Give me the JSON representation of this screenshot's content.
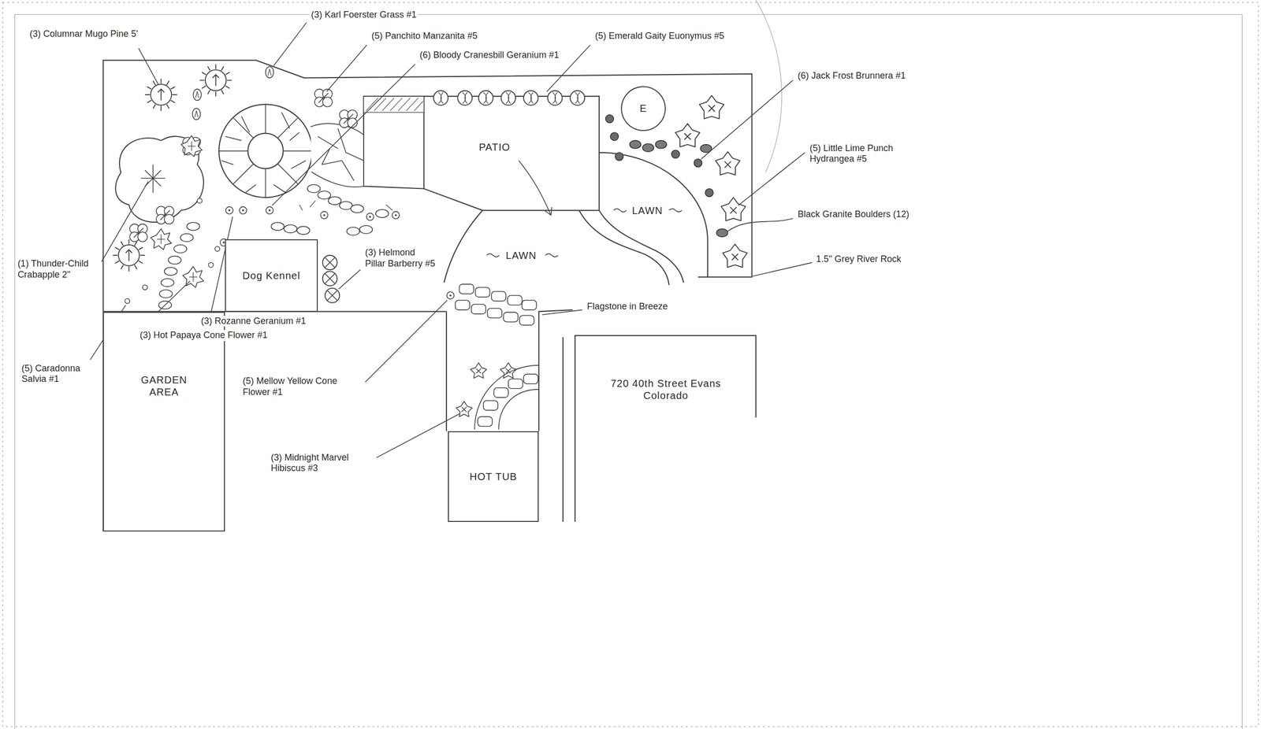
{
  "diagram": {
    "nodes": [
      {
        "text": [
          "E"
        ]
      },
      {
        "text": [
          "PATIO"
        ]
      },
      {
        "text": [
          "LAWN"
        ]
      },
      {
        "text": [
          "LAWN"
        ]
      },
      {
        "text": [
          "Dog Kennel"
        ]
      },
      {
        "text": [
          "GARDEN AREA"
        ]
      },
      {
        "text": [
          "720 40th Street Evans Colorado"
        ]
      },
      {
        "text": [
          "HOT TUB"
        ]
      }
    ],
    "labels": [
      "(3) Columnar Mugo Pine 5'",
      "(3) Karl Foerster Grass #1",
      "(5) Panchito Manzanita #5",
      "(6) Bloody Cranesbill Geranium #1",
      "(5) Emerald Gaity Euonymus #5",
      "(6) Jack Frost Brunnera #1",
      "(5) Little Lime Punch Hydrangea #5",
      "Black Granite Boulders (12)",
      "1.5\" Grey River Rock",
      "(1) Thunder-Child Crabapple 2\"",
      "(5) Caradonna Salvia #1",
      "(3) Rozanne Geranium #1",
      "(3) Hot Papaya Cone Flower #1",
      "(5) Mellow Yellow Cone Flower #1",
      "(3) Helmond Pillar Barberry #5",
      "Flagstone in Breeze",
      "(3) Midnight Marvel Hibiscus #3"
    ]
  }
}
